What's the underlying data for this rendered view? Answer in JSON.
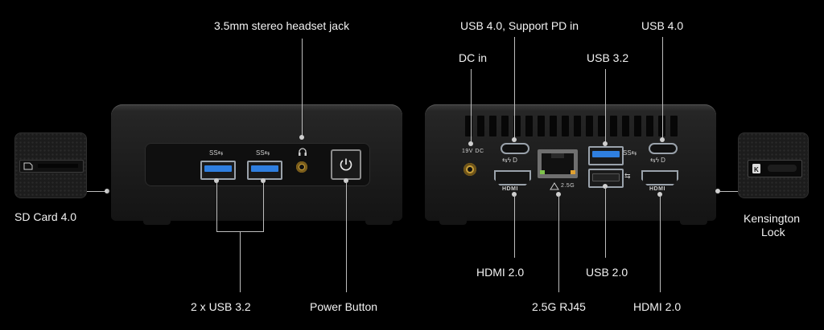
{
  "labels": {
    "headset_jack": "3.5mm stereo headset jack",
    "sd_card": "SD Card 4.0",
    "usb_front": "2 x USB 3.2",
    "power_button": "Power Button",
    "dc_in": "DC in",
    "usb40_pd": "USB 4.0, Support PD in",
    "usb40": "USB 4.0",
    "usb32": "USB 3.2",
    "hdmi_left": "HDMI 2.0",
    "rj45": "2.5G RJ45",
    "usb20": "USB 2.0",
    "hdmi_right": "HDMI 2.0",
    "kensington": [
      "Kensington",
      "Lock"
    ]
  },
  "port_marks": {
    "hdmi": "HDMI",
    "rj45_speed": "2.5G",
    "dc_voltage": "19V DC"
  },
  "colors": {
    "background": "#000000",
    "usb3_blue": "#2f7fe0",
    "label_text": "#f2f2f2",
    "leader_line": "#bdbdbd"
  },
  "icons": [
    "sd-card-icon",
    "headset-icon",
    "power-icon",
    "kensington-lock-icon",
    "usb-ss-logo-icon",
    "thunderbolt-icon",
    "network-icon"
  ]
}
